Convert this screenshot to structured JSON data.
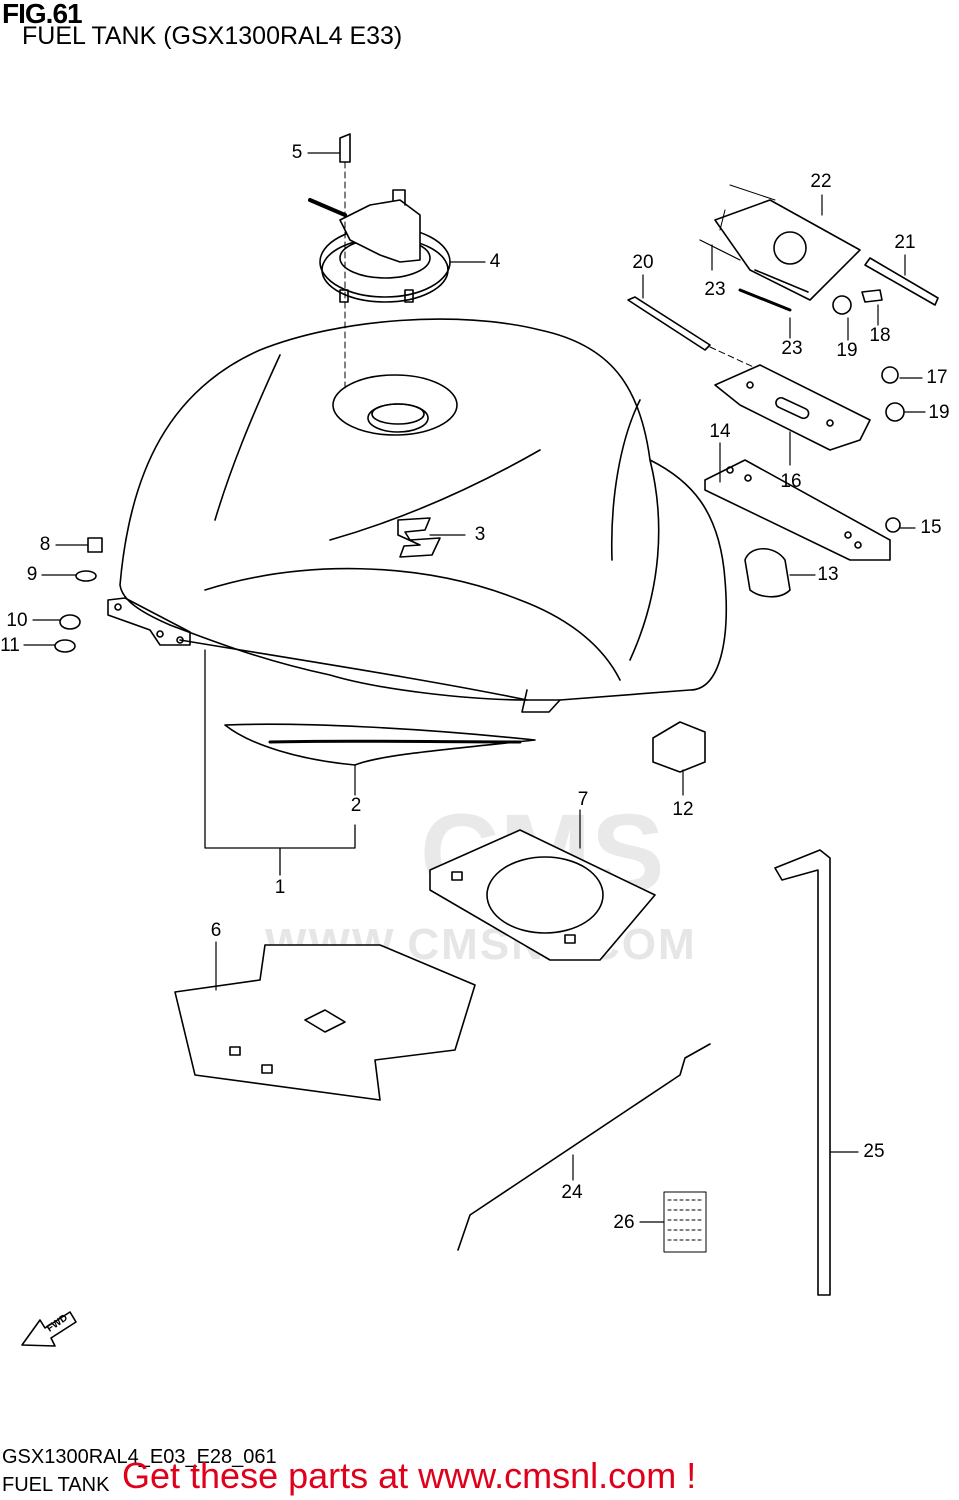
{
  "figure": {
    "title": "FIG.61",
    "subtitle": "FUEL TANK (GSX1300RAL4 E33)"
  },
  "watermark": {
    "logo": "CMS",
    "url": "WWW.CMSNL.COM"
  },
  "direction_marker": "FWD",
  "callouts": [
    {
      "id": "c1",
      "number": "1"
    },
    {
      "id": "c2",
      "number": "2"
    },
    {
      "id": "c3",
      "number": "3"
    },
    {
      "id": "c4",
      "number": "4"
    },
    {
      "id": "c5",
      "number": "5"
    },
    {
      "id": "c6",
      "number": "6"
    },
    {
      "id": "c7",
      "number": "7"
    },
    {
      "id": "c8",
      "number": "8"
    },
    {
      "id": "c9",
      "number": "9"
    },
    {
      "id": "c10",
      "number": "10"
    },
    {
      "id": "c11",
      "number": "11"
    },
    {
      "id": "c12",
      "number": "12"
    },
    {
      "id": "c13",
      "number": "13"
    },
    {
      "id": "c14",
      "number": "14"
    },
    {
      "id": "c15",
      "number": "15"
    },
    {
      "id": "c16",
      "number": "16"
    },
    {
      "id": "c17",
      "number": "17"
    },
    {
      "id": "c18",
      "number": "18"
    },
    {
      "id": "c19a",
      "number": "19"
    },
    {
      "id": "c19b",
      "number": "19"
    },
    {
      "id": "c20",
      "number": "20"
    },
    {
      "id": "c21",
      "number": "21"
    },
    {
      "id": "c22",
      "number": "22"
    },
    {
      "id": "c23a",
      "number": "23"
    },
    {
      "id": "c23b",
      "number": "23"
    },
    {
      "id": "c24",
      "number": "24"
    },
    {
      "id": "c25",
      "number": "25"
    },
    {
      "id": "c26",
      "number": "26"
    }
  ],
  "footer": {
    "diagram_code": "GSX1300RAL4_E03_E28_061",
    "section_name": "FUEL TANK",
    "call_to_action": "Get these parts at www.cmsnl.com !",
    "cta_color": "#e0001b"
  }
}
